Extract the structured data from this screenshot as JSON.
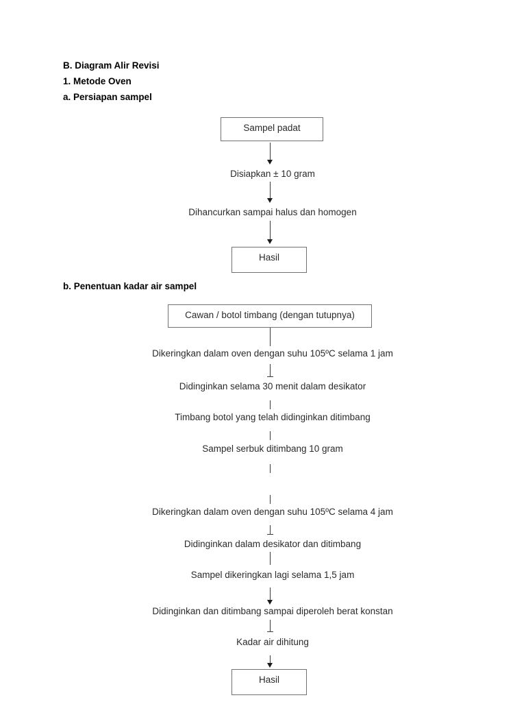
{
  "document": {
    "headings": {
      "main": "B. Diagram Alir Revisi",
      "method": "1. Metode Oven",
      "sub_a": "a. Persiapan sampel",
      "sub_b": "b. Penentuan kadar air sampel"
    },
    "flow_a": {
      "start_box": "Sampel padat",
      "steps": [
        "Disiapkan ± 10 gram",
        "Dihancurkan sampai halus dan homogen"
      ],
      "end_box": "Hasil"
    },
    "flow_b": {
      "start_box": "Cawan / botol timbang (dengan tutupnya)",
      "steps": [
        "Dikeringkan dalam oven dengan suhu 105ºC selama 1 jam",
        "Didinginkan selama 30 menit dalam desikator",
        "Timbang botol yang telah didinginkan ditimbang",
        "Sampel serbuk ditimbang 10 gram",
        "Dikeringkan dalam oven dengan suhu 105ºC selama 4 jam",
        "Didinginkan dalam desikator dan ditimbang",
        "Sampel dikeringkan lagi selama 1,5 jam",
        "Didinginkan dan ditimbang sampai diperoleh berat konstan",
        "Kadar air dihitung"
      ],
      "end_box": "Hasil"
    },
    "colors": {
      "background": "#ffffff",
      "text": "#1f1f1f",
      "heading_text": "#000000",
      "line": "#3a3a3a",
      "box_border": "#707070"
    }
  }
}
